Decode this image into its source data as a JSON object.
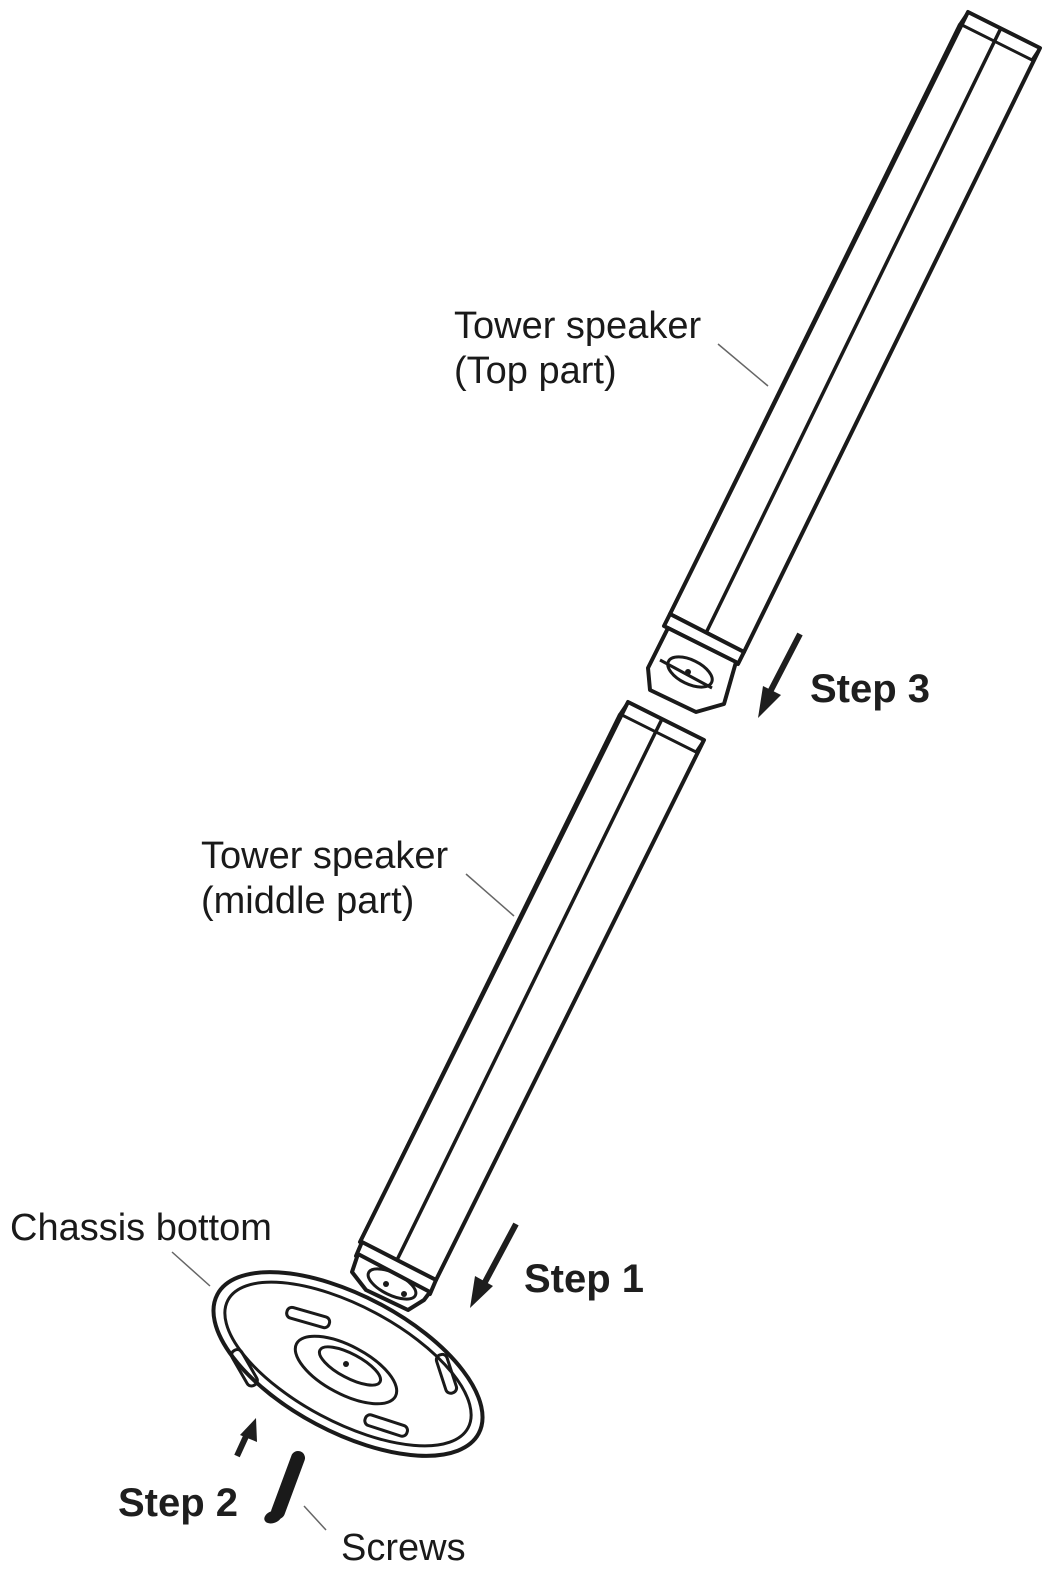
{
  "labels": {
    "top_part_line1": "Tower speaker",
    "top_part_line2": "(Top part)",
    "middle_part_line1": "Tower speaker",
    "middle_part_line2": "(middle part)",
    "chassis_bottom": "Chassis bottom",
    "screws": "Screws"
  },
  "steps": {
    "step1": "Step 1",
    "step2": "Step 2",
    "step3": "Step 3"
  },
  "colors": {
    "line": "#1a1a1a",
    "leader": "#666666",
    "background": "#ffffff"
  }
}
